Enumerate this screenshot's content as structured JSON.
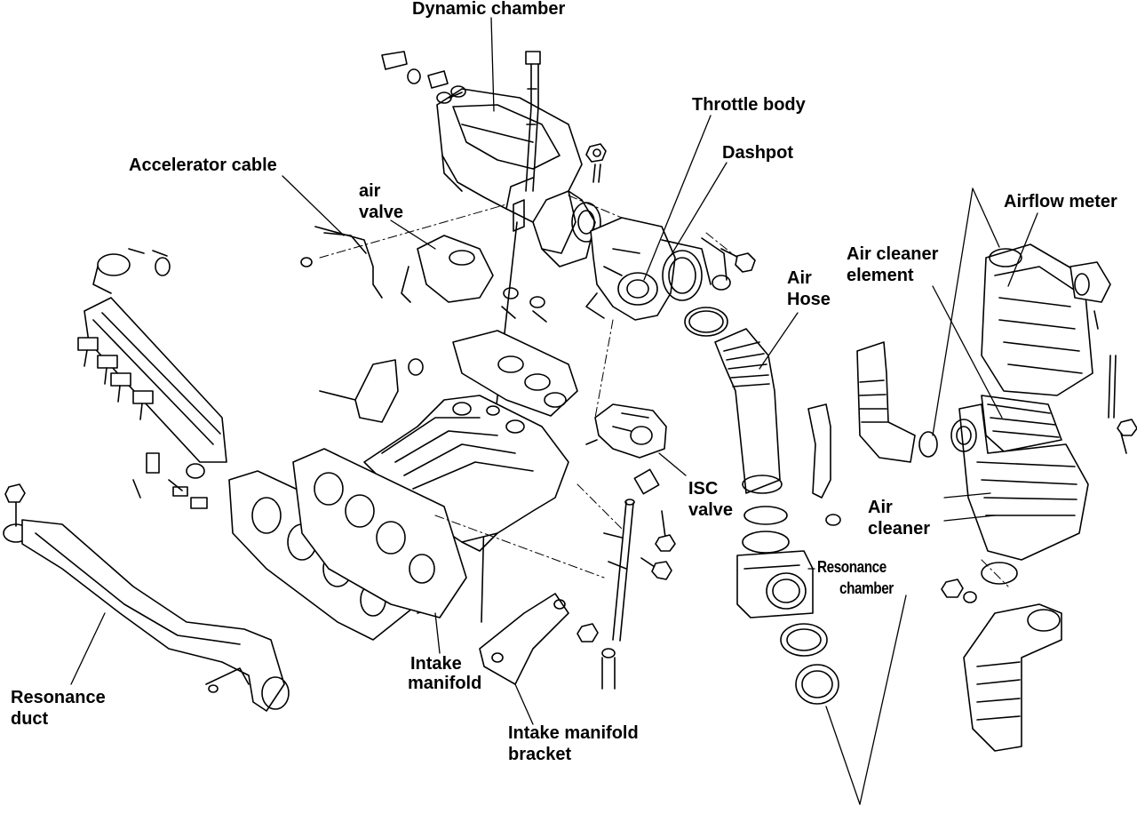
{
  "labels": {
    "dynamic_chamber": "Dynamic chamber",
    "throttle_body": "Throttle body",
    "dashpot": "Dashpot",
    "accelerator_cable": "Accelerator cable",
    "air_valve_line1": "air",
    "air_valve_line2": "valve",
    "airflow_meter": "Airflow meter",
    "air_cleaner_element_line1": "Air cleaner",
    "air_cleaner_element_line2": "element",
    "air_hose_line1": "Air",
    "air_hose_line2": "Hose",
    "isc_valve_line1": "ISC",
    "isc_valve_line2": "valve",
    "air_cleaner_line1": "Air",
    "air_cleaner_line2": "cleaner",
    "resonance_chamber_line1": "Resonance",
    "resonance_chamber_line2": "chamber",
    "intake_manifold_line1": "Intake",
    "intake_manifold_line2": "manifold",
    "intake_manifold_bracket_line1": "Intake manifold",
    "intake_manifold_bracket_line2": "bracket",
    "resonance_duct_line1": "Resonance",
    "resonance_duct_line2": "duct"
  },
  "colors": {
    "ink": "#000000",
    "paper": "#ffffff"
  }
}
